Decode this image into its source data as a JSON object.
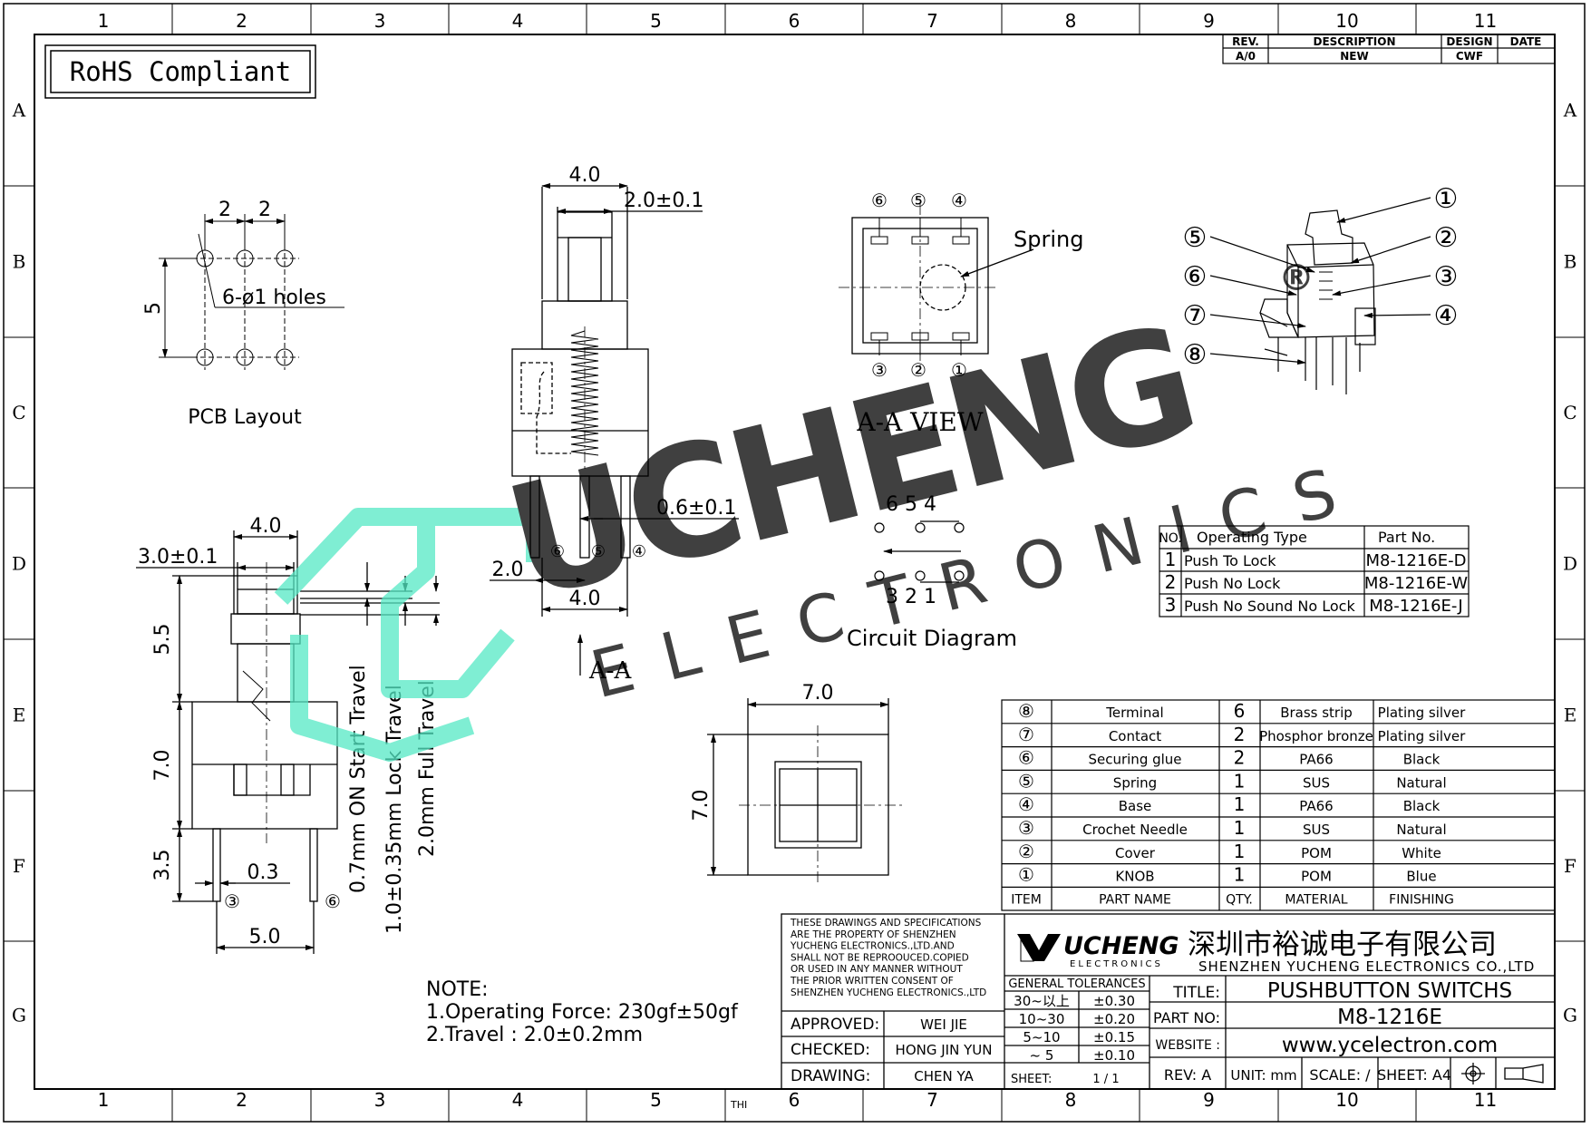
{
  "rohs": "RoHS Compliant",
  "grid": {
    "cols": [
      "1",
      "2",
      "3",
      "4",
      "5",
      "6",
      "7",
      "8",
      "9",
      "10",
      "11"
    ],
    "rows": [
      "A",
      "B",
      "C",
      "D",
      "E",
      "F",
      "G"
    ]
  },
  "revision": {
    "headers": [
      "REV.",
      "DESCRIPTION",
      "DESIGN",
      "DATE"
    ],
    "row": [
      "A/0",
      "NEW",
      "CWF",
      ""
    ]
  },
  "pcb": {
    "dim_x1": "2",
    "dim_x2": "2",
    "dim_y": "5",
    "holes": "6-ø1 holes",
    "title": "PCB Layout"
  },
  "front": {
    "top_width": "4.0",
    "knob": "2.0±0.1",
    "pin_width": "0.6±0.1",
    "pin_pitch": "2.0",
    "base_width": "4.0",
    "pins": [
      "⑥",
      "⑤",
      "④"
    ],
    "section": "A-A"
  },
  "aa_view": {
    "title": "A-A VIEW",
    "spring": "Spring",
    "top_pins": [
      "⑥",
      "⑤",
      "④"
    ],
    "bottom_pins": [
      "③",
      "②",
      "①"
    ]
  },
  "circuit": {
    "top": "6 5 4",
    "bottom": "3 2 1",
    "title": "Circuit Diagram"
  },
  "side": {
    "width": "4.0",
    "knob": "3.0±0.1",
    "h1": "5.5",
    "h2": "7.0",
    "h3": "3.5",
    "pin": "0.3",
    "pitch": "5.0",
    "travel1": "0.7mm ON Start Travel",
    "travel2": "1.0±0.35mm Lock Travel",
    "travel3": "2.0mm Full Travel",
    "pins": [
      "③",
      "⑥"
    ]
  },
  "bottom_view": {
    "w": "7.0",
    "h": "7.0"
  },
  "exploded_labels": [
    "①",
    "②",
    "③",
    "④",
    "⑤",
    "⑥",
    "⑦",
    "⑧"
  ],
  "types": {
    "headers": [
      "NO.",
      "Operating Type",
      "Part No."
    ],
    "rows": [
      [
        "1",
        "Push To Lock",
        "M8-1216E-D"
      ],
      [
        "2",
        "Push No Lock",
        "M8-1216E-W"
      ],
      [
        "3",
        "Push No Sound No Lock",
        "M8-1216E-J"
      ]
    ]
  },
  "bom": {
    "rows": [
      [
        "⑧",
        "Terminal",
        "6",
        "Brass strip",
        "Plating silver"
      ],
      [
        "⑦",
        "Contact",
        "2",
        "Phosphor bronze",
        "Plating silver"
      ],
      [
        "⑥",
        "Securing glue",
        "2",
        "PA66",
        "Black"
      ],
      [
        "⑤",
        "Spring",
        "1",
        "SUS",
        "Natural"
      ],
      [
        "④",
        "Base",
        "1",
        "PA66",
        "Black"
      ],
      [
        "③",
        "Crochet Needle",
        "1",
        "SUS",
        "Natural"
      ],
      [
        "②",
        "Cover",
        "1",
        "POM",
        "White"
      ],
      [
        "①",
        "KNOB",
        "1",
        "POM",
        "Blue"
      ]
    ],
    "headers": [
      "ITEM",
      "PART NAME",
      "QTY.",
      "MATERIAL",
      "FINISHING"
    ]
  },
  "note": {
    "title": "NOTE:",
    "line1": "1.Operating Force: 230gf±50gf",
    "line2": "2.Travel : 2.0±0.2mm"
  },
  "watermark": {
    "main": "UCHENG",
    "sub": "ELECTRONICS",
    "reg": "®"
  },
  "titleblock": {
    "copyright": [
      "THESE DRAWINGS AND SPECIFICATIONS",
      "ARE THE PROPERTY OF SHENZHEN",
      "YUCHENG ELECTRONICS.,LTD.AND",
      "SHALL NOT BE REPROOUCED.COPIED",
      "OR USED IN ANY MANNER WITHOUT",
      "THE PRIOR WRITTEN CONSENT OF",
      "SHENZHEN YUCHENG ELECTRONICS.,LTD"
    ],
    "approved_label": "APPROVED:",
    "approved": "WEI JIE",
    "checked_label": "CHECKED:",
    "checked": "HONG JIN YUN",
    "drawing_label": "DRAWING:",
    "drawing": "CHEN YA",
    "logo_main": "UCHENG",
    "logo_sub": "ELECTRONICS",
    "company_cn": "深圳市裕诚电子有限公司",
    "company_en": "SHENZHEN YUCHENG ELECTRONICS CO.,LTD",
    "tolerances_title": "GENERAL TOLERANCES",
    "tolerances": [
      [
        "30~以上",
        "±0.30"
      ],
      [
        "10~30",
        "±0.20"
      ],
      [
        "5~10",
        "±0.15"
      ],
      [
        "~ 5",
        "±0.10"
      ]
    ],
    "sheet_label": "SHEET:",
    "sheet": "1 / 1",
    "title_label": "TITLE:",
    "title": "PUSHBUTTON SWITCHS",
    "part_label": "PART NO:",
    "part": "M8-1216E",
    "website_label": "WEBSITE :",
    "website": "www.ycelectron.com",
    "rev": "REV: A",
    "unit": "UNIT: mm",
    "scale": "SCALE: /",
    "sheet_size": "SHEET: A4",
    "thi": "THI"
  }
}
